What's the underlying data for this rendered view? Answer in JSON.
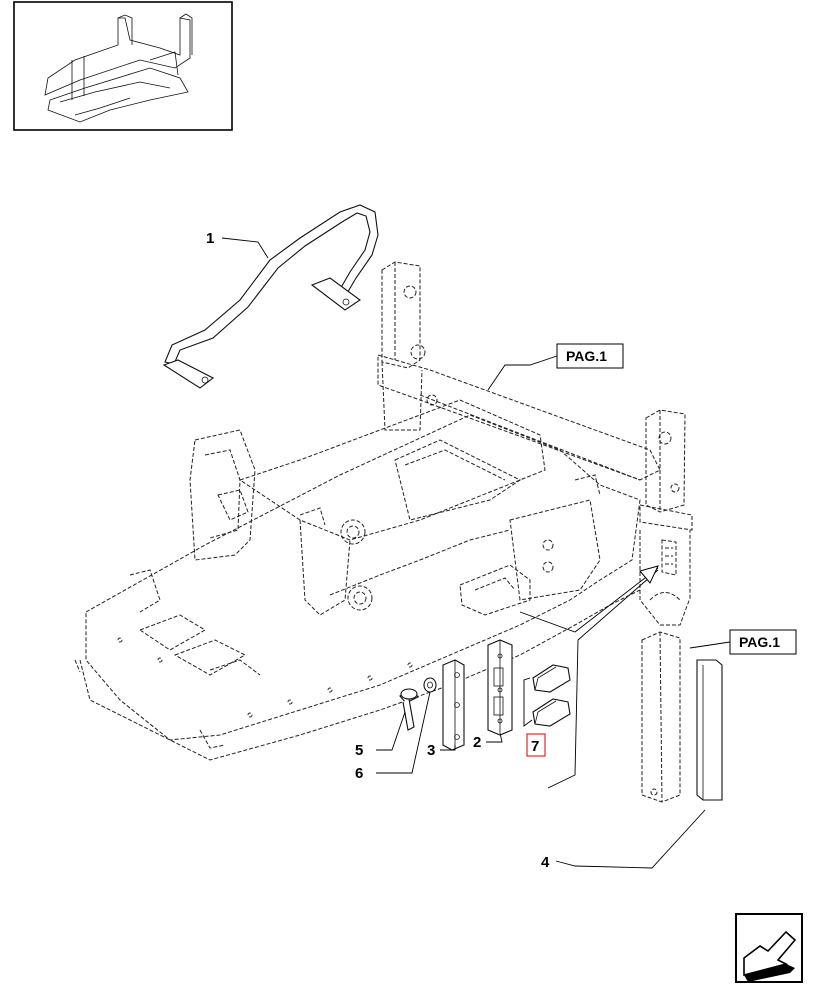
{
  "callouts": {
    "c1": "1",
    "c2": "2",
    "c3": "3",
    "c4": "4",
    "c5": "5",
    "c6": "6",
    "c7": "7"
  },
  "page_refs": {
    "top": "PAG.1",
    "right": "PAG.1"
  },
  "colors": {
    "highlight": "#e23a3a",
    "ink": "#000000"
  },
  "icons": {
    "next_page": "next-page-arrow-icon"
  }
}
